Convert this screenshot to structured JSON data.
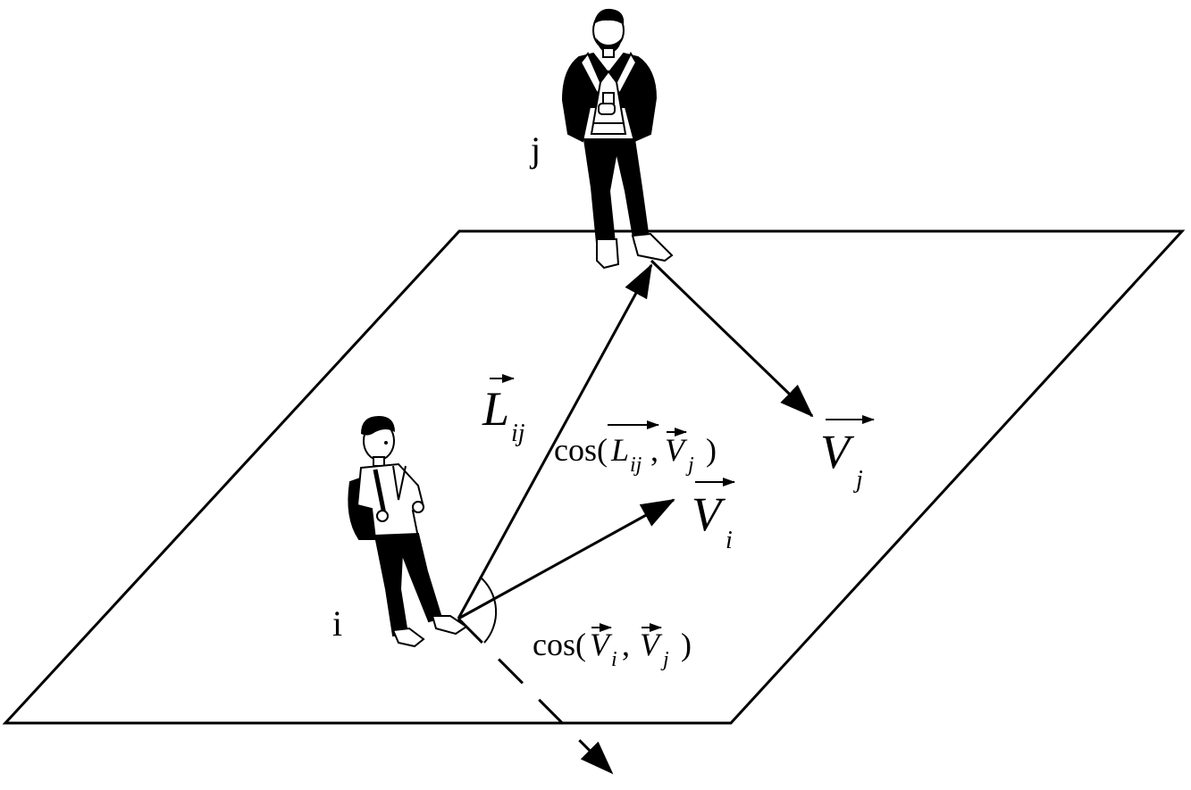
{
  "diagram": {
    "pedestrians": {
      "i": {
        "label": "i",
        "icon": "walking-student-icon"
      },
      "j": {
        "label": "j",
        "icon": "standing-man-with-coffee-icon"
      }
    },
    "vectors": {
      "L_ij": {
        "symbol": "L",
        "subscript": "ij"
      },
      "V_i": {
        "symbol": "V",
        "subscript": "i"
      },
      "V_j": {
        "symbol": "V",
        "subscript": "j"
      }
    },
    "angles": {
      "cos_L_Vj": {
        "fn": "cos(",
        "a": "L",
        "a_sub": "ij",
        "comma": ",",
        "b": "V",
        "b_sub": "j",
        "close": ")"
      },
      "cos_Vi_Vj": {
        "fn": "cos(",
        "a": "V",
        "a_sub": "i",
        "comma": ",",
        "b": "V",
        "b_sub": "j",
        "close": ")"
      }
    },
    "colors": {
      "stroke": "#000000",
      "background": "#ffffff"
    }
  }
}
